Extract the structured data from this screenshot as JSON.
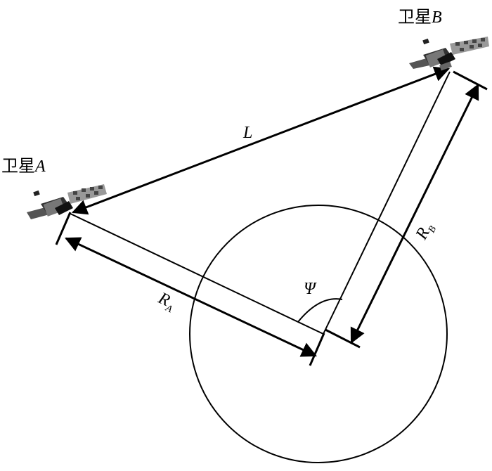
{
  "diagram": {
    "satellite_a": {
      "prefix": "卫星",
      "letter": "A"
    },
    "satellite_b": {
      "prefix": "卫星",
      "letter": "B"
    },
    "distance_label": "L",
    "radius_a": {
      "symbol": "R",
      "subscript": "A"
    },
    "radius_b": {
      "symbol": "R",
      "subscript": "B"
    },
    "angle_label": "Ψ"
  },
  "colors": {
    "stroke": "#000000",
    "background": "#ffffff"
  }
}
